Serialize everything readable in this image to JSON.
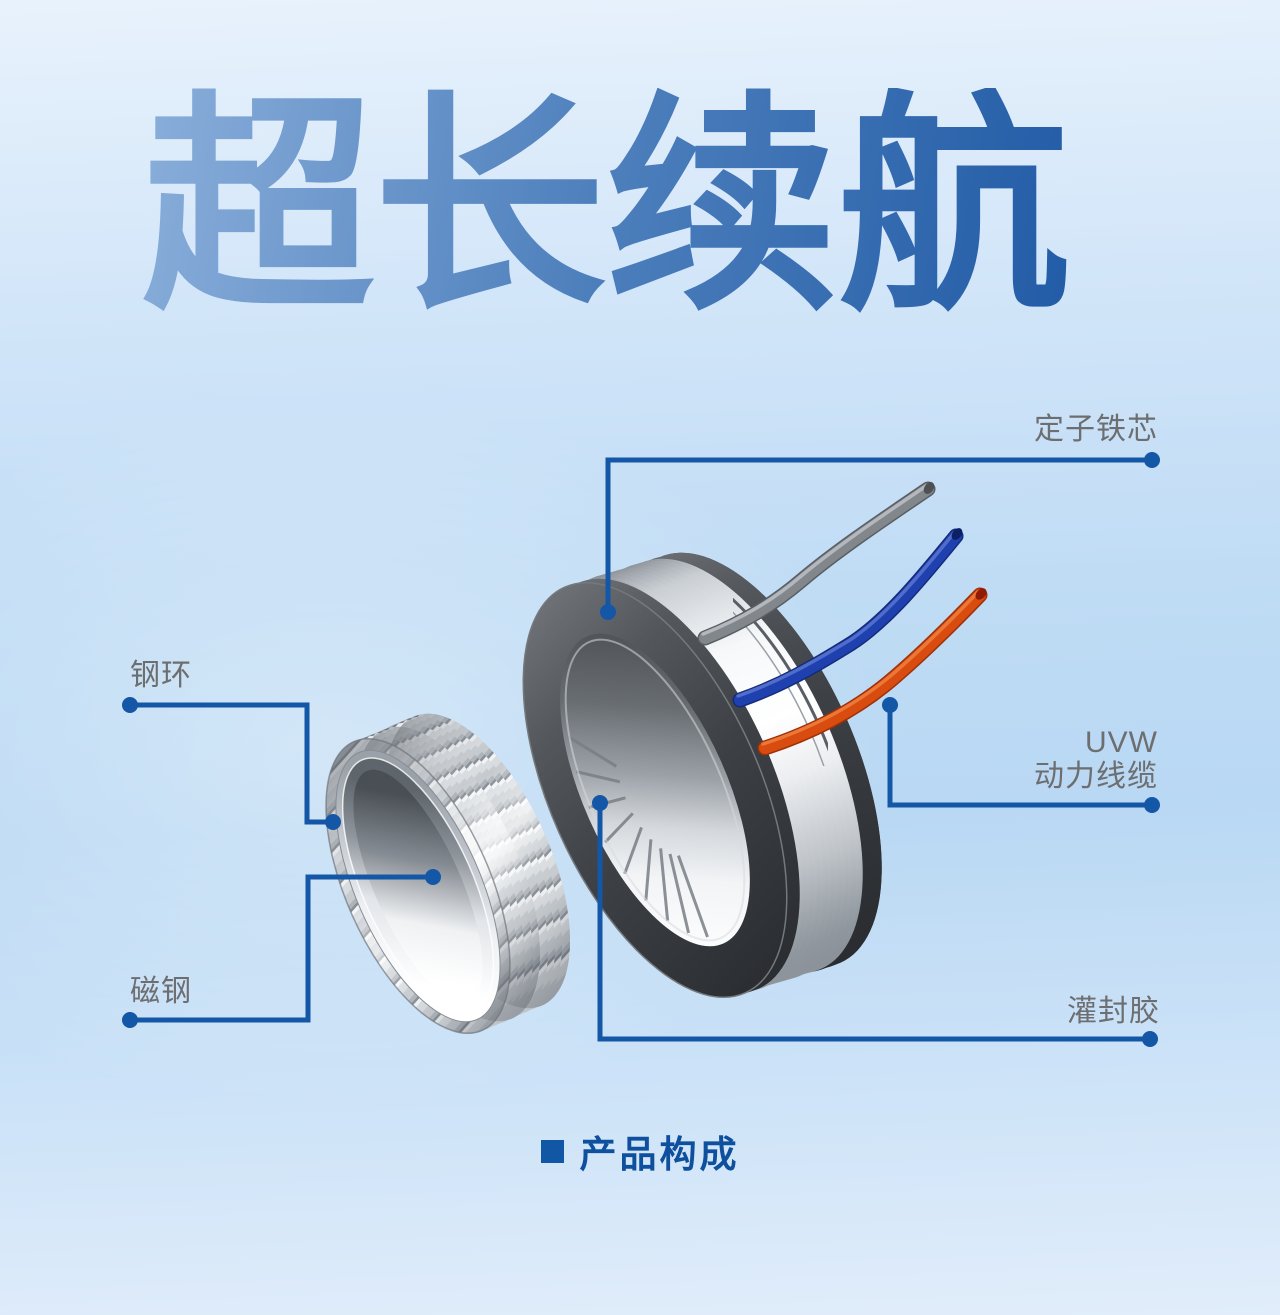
{
  "title": {
    "text": "超长续航"
  },
  "labels": {
    "stator_core": {
      "text": "定子铁芯"
    },
    "steel_ring": {
      "text": "钢环"
    },
    "magnet_steel": {
      "text": "磁钢"
    },
    "uvw_cable": {
      "line1": "UVW",
      "line2": "动力线缆"
    },
    "potting_glue": {
      "text": "灌封胶"
    }
  },
  "caption": {
    "text": "产品构成"
  },
  "diagram": {
    "parts": [
      "定子铁芯",
      "钢环",
      "磁钢",
      "UVW 动力线缆",
      "灌封胶"
    ],
    "description": "exploded-view motor: magnet rotor ring (left) and stator core with UVW cables (right)"
  },
  "colors": {
    "accent_blue": "#1457a6",
    "label_gray": "#6c6e70",
    "caption_blue": "#0e509d",
    "title_gradient_start": "#87acd9",
    "title_gradient_end": "#1b56a3",
    "cable_gray": "#82878c",
    "cable_blue": "#1f41b0",
    "cable_orange": "#d84c10",
    "background_top": "#e8f2fc",
    "background_mid": "#b9d8f3",
    "background_bottom": "#e1edfa"
  }
}
